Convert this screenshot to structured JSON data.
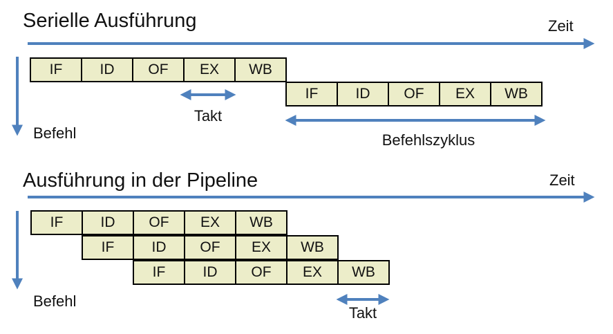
{
  "colors": {
    "arrow_blue": "#4f81bd",
    "cell_fill": "#ecedc9",
    "cell_border": "#000000",
    "text": "#111111"
  },
  "serial": {
    "title": "Serielle Ausführung",
    "time_axis_label": "Zeit",
    "instruction_axis_label": "Befehl",
    "rows": [
      [
        "IF",
        "ID",
        "OF",
        "EX",
        "WB"
      ],
      [
        "IF",
        "ID",
        "OF",
        "EX",
        "WB"
      ]
    ],
    "clock_label": "Takt",
    "cycle_label": "Befehlszyklus"
  },
  "pipeline": {
    "title": "Ausführung in der Pipeline",
    "time_axis_label": "Zeit",
    "instruction_axis_label": "Befehl",
    "rows": [
      [
        "IF",
        "ID",
        "OF",
        "EX",
        "WB"
      ],
      [
        "IF",
        "ID",
        "OF",
        "EX",
        "WB"
      ],
      [
        "IF",
        "ID",
        "OF",
        "EX",
        "WB"
      ]
    ],
    "clock_label": "Takt"
  }
}
